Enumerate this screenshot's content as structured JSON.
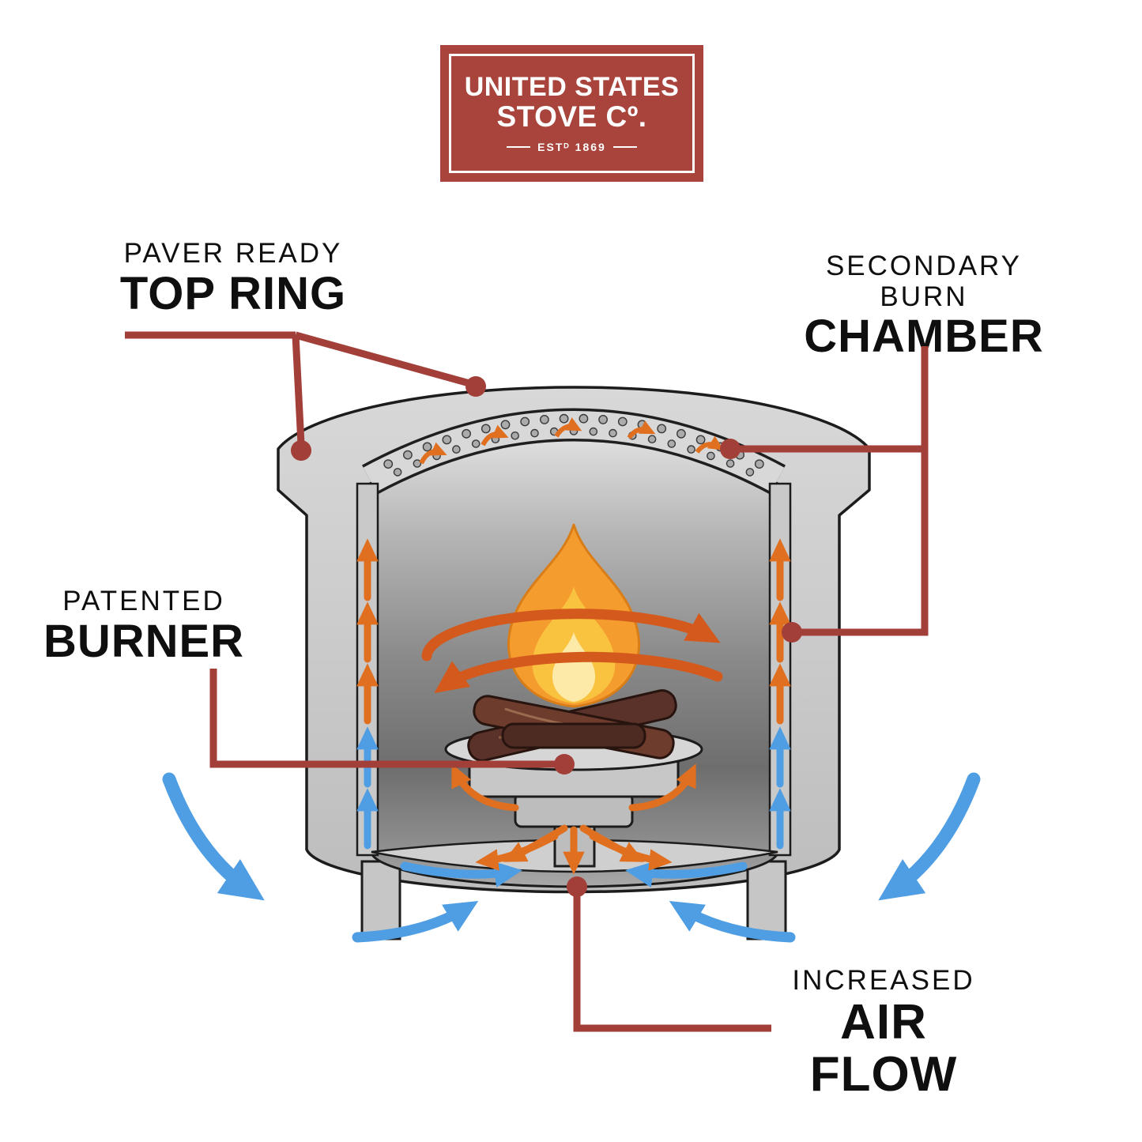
{
  "logo": {
    "line1": "UNITED STATES",
    "line2": "STOVE Cº.",
    "established": "ESTᴰ 1869"
  },
  "callouts": {
    "top_ring": {
      "eyebrow": "PAVER READY",
      "title": "TOP RING"
    },
    "secondary_burn": {
      "eyebrow": "SECONDARY BURN",
      "title": "CHAMBER"
    },
    "burner": {
      "eyebrow": "PATENTED",
      "title": "BURNER"
    },
    "air_flow": {
      "eyebrow": "INCREASED",
      "title": "AIR FLOW"
    }
  },
  "colors": {
    "brand_red": "#a8443c",
    "callout_line": "#a23f38",
    "label_text": "#0f0f0f",
    "hot_air_orange": "#e0701f",
    "swirl_orange": "#d4591c",
    "cool_air_blue": "#4f9ee3",
    "flame_outer": "#f59c2f",
    "flame_mid": "#f9c33f",
    "flame_inner": "#fde9a8",
    "steel_gray": "#c9c9c9"
  },
  "icons": {
    "flame": "flame-icon",
    "hot_air_arrow": "hot-air-arrow-icon",
    "cool_air_arrow": "cool-air-arrow-icon",
    "callout_dot": "callout-dot"
  }
}
